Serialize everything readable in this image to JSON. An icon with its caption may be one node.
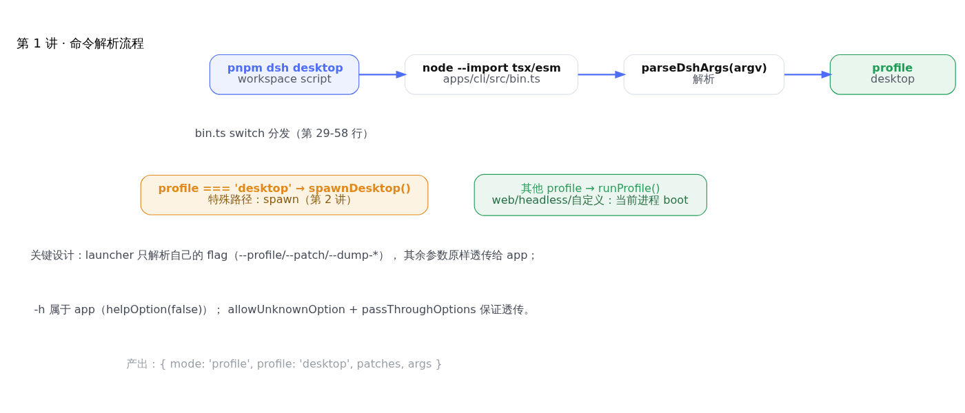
{
  "diagram": {
    "title": "第 1 讲 · 命令解析流程",
    "nodes": [
      {
        "text": [
          "pnpm dsh desktop",
          "workspace script"
        ]
      },
      {
        "text": [
          "node --import tsx/esm",
          "apps/cli/src/bin.ts"
        ]
      },
      {
        "text": [
          "parseDshArgs(argv)",
          "解析"
        ]
      },
      {
        "text": [
          "profile",
          "desktop"
        ]
      },
      {
        "text": [
          "profile === 'desktop' → spawnDesktop()",
          "特殊路径：spawn（第 2 讲）"
        ]
      },
      {
        "text": [
          "其他 profile → runProfile()",
          "web/headless/自定义：当前进程 boot"
        ]
      }
    ],
    "edges": [
      {
        "from": 0,
        "to": 1,
        "arrow": "to"
      },
      {
        "from": 1,
        "to": 2,
        "arrow": "to"
      },
      {
        "from": 2,
        "to": 3,
        "arrow": "to"
      }
    ],
    "labels": [
      "bin.ts switch 分发（第 29-58 行）",
      "关键设计：launcher 只解析自己的 flag（--profile/--patch/--dump-*）， 其余参数原样透传给 app；",
      "-h 属于 app（helpOption(false)）； allowUnknownOption + passThroughOptions 保证透传。",
      "产出：{ mode: 'profile', profile: 'desktop', patches, args }"
    ]
  }
}
